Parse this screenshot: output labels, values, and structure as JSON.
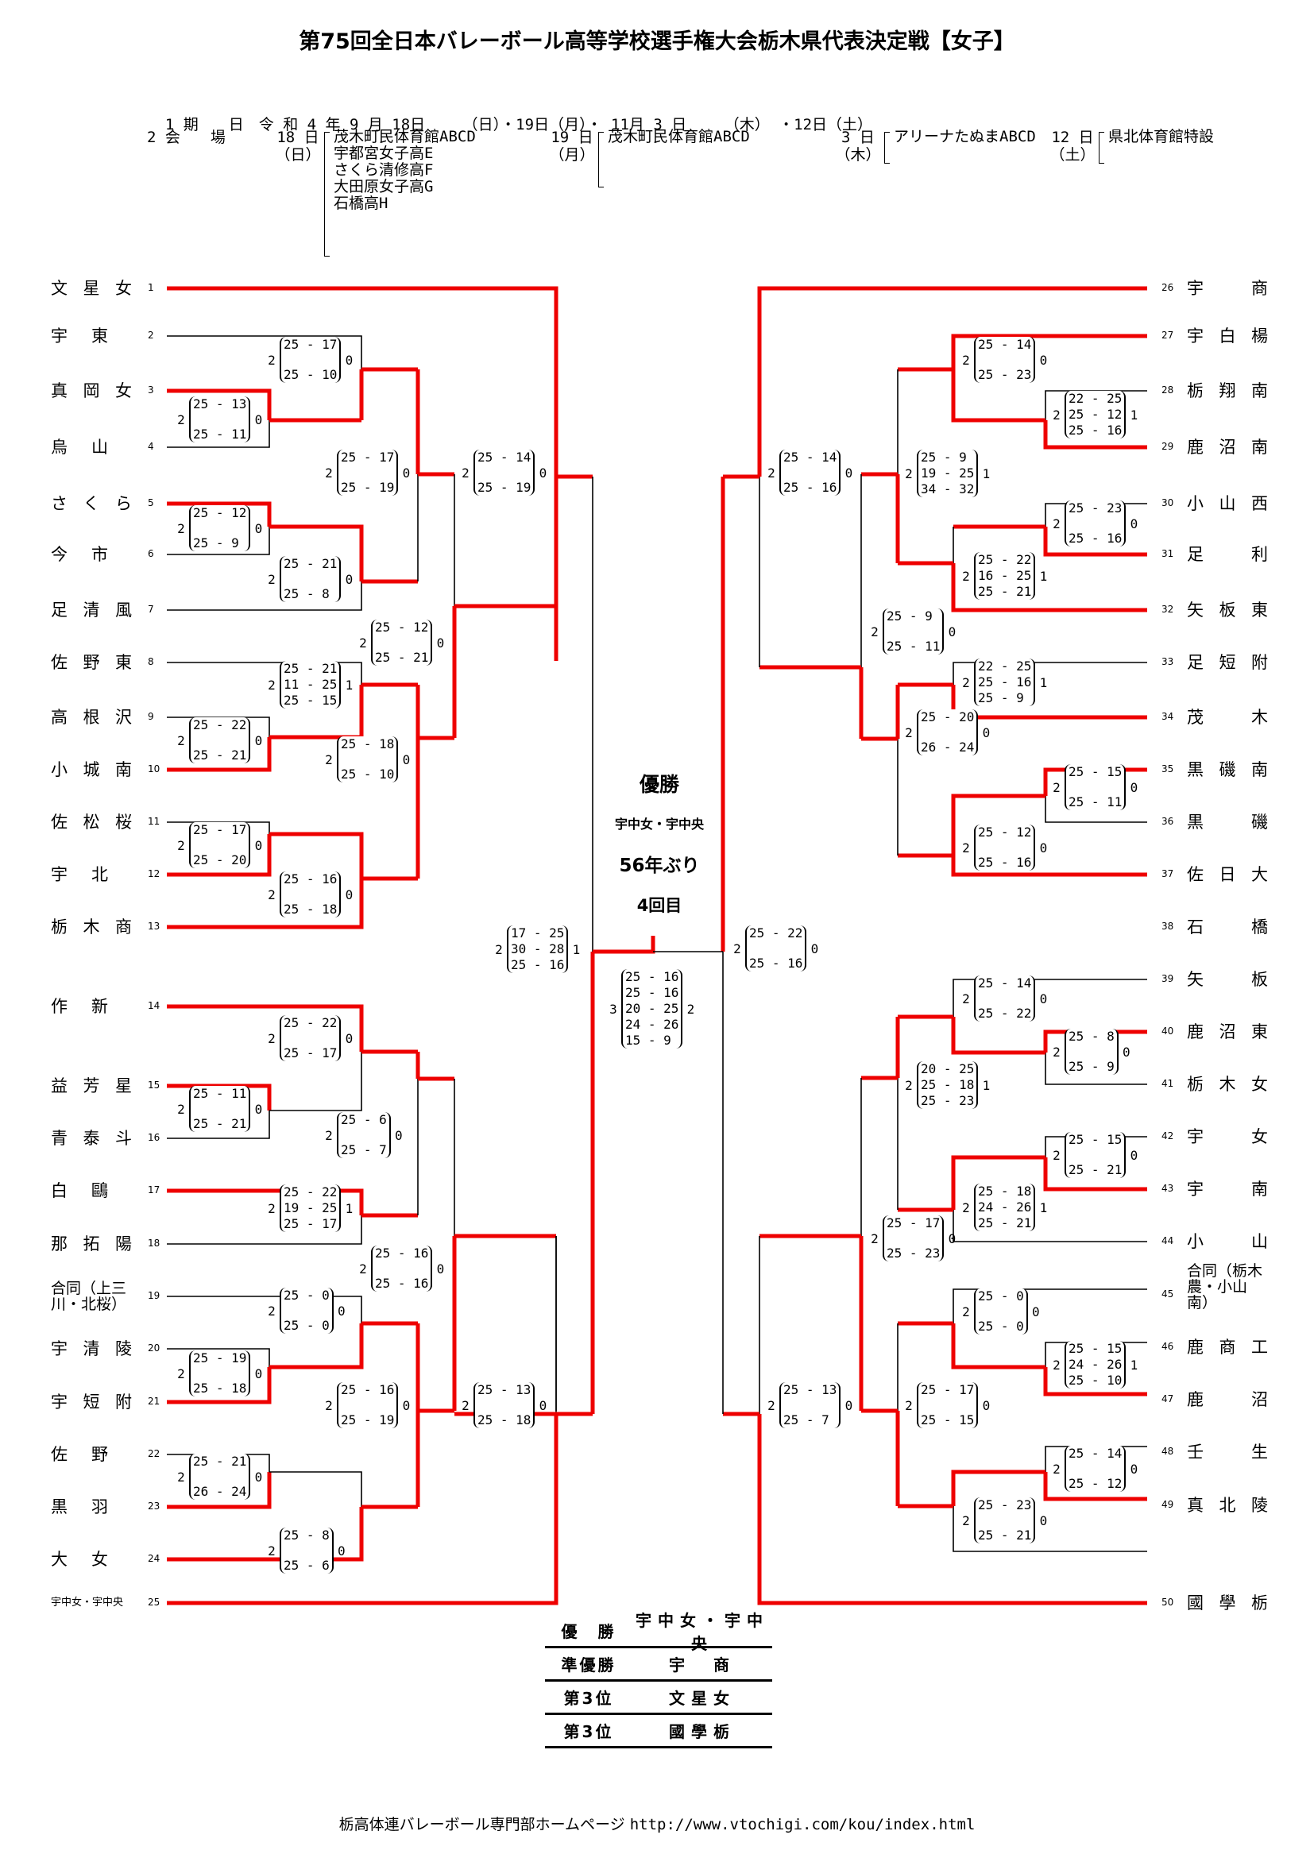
{
  "title": "第75回全日本バレーボール高等学校選手権大会栃木県代表決定戦【女子】",
  "info": {
    "dates_label": "1 期　　日",
    "dates_value": "令 和 4 年 9 月 18日　　　（日）・19日（月）・ 11月 3 日　　　（木） ・12日（土）",
    "venues_label": "2 会　　場",
    "venues": [
      {
        "day": "18 日",
        "weekday": "（日）",
        "places": [
          "茂木町民体育館ABCD",
          "宇都宮女子高E",
          "さくら清修高F",
          "大田原女子高G",
          "石橋高H"
        ]
      },
      {
        "day": "19 日",
        "weekday": "（月）",
        "places": [
          "茂木町民体育館ABCD"
        ]
      },
      {
        "day": "3 日",
        "weekday": "（木）",
        "places": [
          "アリーナたぬまABCD"
        ]
      },
      {
        "day": "12 日",
        "weekday": "（土）",
        "places": [
          "県北体育館特設"
        ]
      }
    ]
  },
  "teams_left": [
    {
      "seed": "1",
      "name": "文星女"
    },
    {
      "seed": "2",
      "name": "宇東"
    },
    {
      "seed": "3",
      "name": "真岡女"
    },
    {
      "seed": "4",
      "name": "烏山"
    },
    {
      "seed": "5",
      "name": "さくら"
    },
    {
      "seed": "6",
      "name": "今市"
    },
    {
      "seed": "7",
      "name": "足清風"
    },
    {
      "seed": "8",
      "name": "佐野東"
    },
    {
      "seed": "9",
      "name": "高根沢"
    },
    {
      "seed": "10",
      "name": "小城南"
    },
    {
      "seed": "11",
      "name": "佐松桜"
    },
    {
      "seed": "12",
      "name": "宇北"
    },
    {
      "seed": "13",
      "name": "栃木商"
    },
    {
      "seed": "14",
      "name": "作新"
    },
    {
      "seed": "15",
      "name": "益芳星"
    },
    {
      "seed": "16",
      "name": "青泰斗"
    },
    {
      "seed": "17",
      "name": "白鷗"
    },
    {
      "seed": "18",
      "name": "那拓陽"
    },
    {
      "seed": "19",
      "name": "合同（上三川・北桜）"
    },
    {
      "seed": "20",
      "name": "宇清陵"
    },
    {
      "seed": "21",
      "name": "宇短附"
    },
    {
      "seed": "22",
      "name": "佐野"
    },
    {
      "seed": "23",
      "name": "黒羽"
    },
    {
      "seed": "24",
      "name": "大女"
    },
    {
      "seed": "25",
      "name": "宇中女・宇中央"
    }
  ],
  "teams_right": [
    {
      "seed": "26",
      "name": "宇商"
    },
    {
      "seed": "27",
      "name": "宇白楊"
    },
    {
      "seed": "28",
      "name": "栃翔南"
    },
    {
      "seed": "29",
      "name": "鹿沼南"
    },
    {
      "seed": "30",
      "name": "小山西"
    },
    {
      "seed": "31",
      "name": "足利"
    },
    {
      "seed": "32",
      "name": "矢板東"
    },
    {
      "seed": "33",
      "name": "足短附"
    },
    {
      "seed": "34",
      "name": "茂木"
    },
    {
      "seed": "35",
      "name": "黒磯南"
    },
    {
      "seed": "36",
      "name": "黒磯"
    },
    {
      "seed": "37",
      "name": "佐日大"
    },
    {
      "seed": "38",
      "name": "石橋"
    },
    {
      "seed": "39",
      "name": "矢板"
    },
    {
      "seed": "40",
      "name": "鹿沼東"
    },
    {
      "seed": "41",
      "name": "栃木女"
    },
    {
      "seed": "42",
      "name": "宇女"
    },
    {
      "seed": "43",
      "name": "宇南"
    },
    {
      "seed": "44",
      "name": "小山"
    },
    {
      "seed": "45",
      "name": "合同（栃木農・小山南）"
    },
    {
      "seed": "46",
      "name": "鹿商工"
    },
    {
      "seed": "47",
      "name": "鹿沼"
    },
    {
      "seed": "48",
      "name": "壬生"
    },
    {
      "seed": "49",
      "name": "真北陵"
    },
    {
      "seed": "50",
      "name": "國學栃"
    }
  ],
  "scores": [
    {
      "id": "L-R1-3-4",
      "w": "2",
      "l": "0",
      "sets": [
        "25 - 13",
        "25 - 11"
      ]
    },
    {
      "id": "L-R1-5-6",
      "w": "2",
      "l": "0",
      "sets": [
        "25 - 12",
        "25 -  9"
      ]
    },
    {
      "id": "L-R1-9-10",
      "w": "2",
      "l": "0",
      "sets": [
        "25 - 22",
        "25 - 21"
      ]
    },
    {
      "id": "L-R1-11-12",
      "w": "2",
      "l": "0",
      "sets": [
        "25 - 17",
        "25 - 20"
      ]
    },
    {
      "id": "L-R1-15-16",
      "w": "2",
      "l": "0",
      "sets": [
        "25 - 11",
        "25 - 21"
      ]
    },
    {
      "id": "L-R1-20-21",
      "w": "2",
      "l": "0",
      "sets": [
        "25 - 19",
        "25 - 18"
      ]
    },
    {
      "id": "L-R1-22-23",
      "w": "2",
      "l": "0",
      "sets": [
        "25 - 21",
        "26 - 24"
      ]
    },
    {
      "id": "L-R2-2",
      "w": "2",
      "l": "0",
      "sets": [
        "25 - 17",
        "25 - 10"
      ]
    },
    {
      "id": "L-R2-7",
      "w": "2",
      "l": "0",
      "sets": [
        "25 - 21",
        "25 -  8"
      ]
    },
    {
      "id": "L-R2-8",
      "w": "2",
      "l": "1",
      "sets": [
        "25 - 21",
        "11 - 25",
        "25 - 15"
      ]
    },
    {
      "id": "L-R2-13",
      "w": "2",
      "l": "0",
      "sets": [
        "25 - 16",
        "25 - 18"
      ]
    },
    {
      "id": "L-R2-14",
      "w": "2",
      "l": "0",
      "sets": [
        "25 - 22",
        "25 - 17"
      ]
    },
    {
      "id": "L-R2-17-18",
      "w": "2",
      "l": "1",
      "sets": [
        "25 - 22",
        "19 - 25",
        "25 - 17"
      ]
    },
    {
      "id": "L-R2-19",
      "w": "2",
      "l": "0",
      "sets": [
        "25 -  0",
        "25 -  0"
      ]
    },
    {
      "id": "L-R2-24",
      "w": "2",
      "l": "0",
      "sets": [
        "25 -  8",
        "25 -  6"
      ]
    },
    {
      "id": "L-R3-a",
      "w": "2",
      "l": "0",
      "sets": [
        "25 - 17",
        "25 - 19"
      ]
    },
    {
      "id": "L-R3-b",
      "w": "2",
      "l": "0",
      "sets": [
        "25 - 18",
        "25 - 10"
      ]
    },
    {
      "id": "L-R3-c",
      "w": "2",
      "l": "0",
      "sets": [
        "25 -  6",
        "25 -  7"
      ]
    },
    {
      "id": "L-R3-d",
      "w": "2",
      "l": "0",
      "sets": [
        "25 - 16",
        "25 - 19"
      ]
    },
    {
      "id": "L-R4-a",
      "w": "2",
      "l": "0",
      "sets": [
        "25 - 12",
        "25 - 21"
      ]
    },
    {
      "id": "L-R4-b",
      "w": "2",
      "l": "0",
      "sets": [
        "25 - 16",
        "25 - 16"
      ]
    },
    {
      "id": "L-QF-a",
      "w": "2",
      "l": "0",
      "sets": [
        "25 - 14",
        "25 - 19"
      ]
    },
    {
      "id": "L-QF-b",
      "w": "2",
      "l": "0",
      "sets": [
        "25 - 13",
        "25 - 18"
      ]
    },
    {
      "id": "L-SF",
      "w": "2",
      "l": "1",
      "sets": [
        "17 - 25",
        "30 - 28",
        "25 - 16"
      ]
    },
    {
      "id": "FINAL",
      "w": "3",
      "l": "2",
      "sets": [
        "25 - 16",
        "25 - 16",
        "20 - 25",
        "24 - 26",
        "15 -  9"
      ]
    },
    {
      "id": "R-SF",
      "w": "2",
      "l": "0",
      "sets": [
        "25 - 22",
        "25 - 16"
      ]
    },
    {
      "id": "R-QF-a",
      "w": "2",
      "l": "0",
      "sets": [
        "25 - 14",
        "25 - 16"
      ]
    },
    {
      "id": "R-QF-b",
      "w": "2",
      "l": "0",
      "sets": [
        "25 - 13",
        "25 -  7"
      ]
    },
    {
      "id": "R-R4-a",
      "w": "2",
      "l": "1",
      "sets": [
        "25 -  9",
        "19 - 25",
        "34 - 32"
      ]
    },
    {
      "id": "R-R4-b",
      "w": "2",
      "l": "0",
      "sets": [
        "25 -  9",
        "25 - 11"
      ]
    },
    {
      "id": "R-R4-c",
      "w": "2",
      "l": "1",
      "sets": [
        "20 - 25",
        "25 - 18",
        "25 - 23"
      ]
    },
    {
      "id": "R-R4-d",
      "w": "2",
      "l": "0",
      "sets": [
        "25 - 17",
        "25 - 23"
      ]
    },
    {
      "id": "R-R3-a",
      "w": "2",
      "l": "0",
      "sets": [
        "25 - 20",
        "26 - 24"
      ]
    },
    {
      "id": "R-R3-b",
      "w": "2",
      "l": "0",
      "sets": [
        "25 - 17",
        "25 - 15"
      ]
    },
    {
      "id": "R-R2-27",
      "w": "2",
      "l": "0",
      "sets": [
        "25 - 14",
        "25 - 23"
      ]
    },
    {
      "id": "R-R2-32",
      "w": "2",
      "l": "1",
      "sets": [
        "25 - 22",
        "16 - 25",
        "25 - 21"
      ]
    },
    {
      "id": "R-R2-33-34",
      "w": "2",
      "l": "1",
      "sets": [
        "22 - 25",
        "25 - 16",
        "25 -  9"
      ]
    },
    {
      "id": "R-R2-37",
      "w": "2",
      "l": "0",
      "sets": [
        "25 - 12",
        "25 - 16"
      ]
    },
    {
      "id": "R-R2-38",
      "w": "2",
      "l": "0",
      "sets": [
        "25 - 14",
        "25 - 22"
      ]
    },
    {
      "id": "R-R2-43",
      "w": "2",
      "l": "1",
      "sets": [
        "25 - 18",
        "24 - 26",
        "25 - 21"
      ]
    },
    {
      "id": "R-R2-44",
      "w": "2",
      "l": "0",
      "sets": [
        "25 -  0",
        "25 -  0"
      ]
    },
    {
      "id": "R-R2-49",
      "w": "2",
      "l": "0",
      "sets": [
        "25 - 23",
        "25 - 21"
      ]
    },
    {
      "id": "R-R1-28-29",
      "w": "2",
      "l": "1",
      "sets": [
        "22 - 25",
        "25 - 12",
        "25 - 16"
      ]
    },
    {
      "id": "R-R1-30-31",
      "w": "2",
      "l": "0",
      "sets": [
        "25 - 23",
        "25 - 16"
      ]
    },
    {
      "id": "R-R1-35-36",
      "w": "2",
      "l": "0",
      "sets": [
        "25 - 15",
        "25 - 11"
      ]
    },
    {
      "id": "R-R1-39-40",
      "w": "2",
      "l": "0",
      "sets": [
        "25 -  8",
        "25 -  9"
      ]
    },
    {
      "id": "R-R1-41-42",
      "w": "2",
      "l": "0",
      "sets": [
        "25 - 15",
        "25 - 21"
      ]
    },
    {
      "id": "R-R1-45-46",
      "w": "2",
      "l": "1",
      "sets": [
        "25 - 15",
        "24 - 26",
        "25 - 10"
      ]
    },
    {
      "id": "R-R1-47-48",
      "w": "2",
      "l": "0",
      "sets": [
        "25 - 14",
        "25 - 12"
      ]
    }
  ],
  "champion_box": {
    "heading": "優勝",
    "team": "宇中女・宇中央",
    "years": "56年ぶり",
    "count": "4回目"
  },
  "results": [
    {
      "label": "優　勝",
      "team": "宇中女・宇中央"
    },
    {
      "label": "準優勝",
      "team": "宇　商"
    },
    {
      "label": "第3位",
      "team": "文星女"
    },
    {
      "label": "第3位",
      "team": "國學栃"
    }
  ],
  "footer": {
    "text": "栃高体連バレーボール専門部ホームページ",
    "url": "http://www.vtochigi.com/kou/index.html"
  },
  "colors": {
    "win_line": "#ee0000",
    "line": "#000000"
  }
}
